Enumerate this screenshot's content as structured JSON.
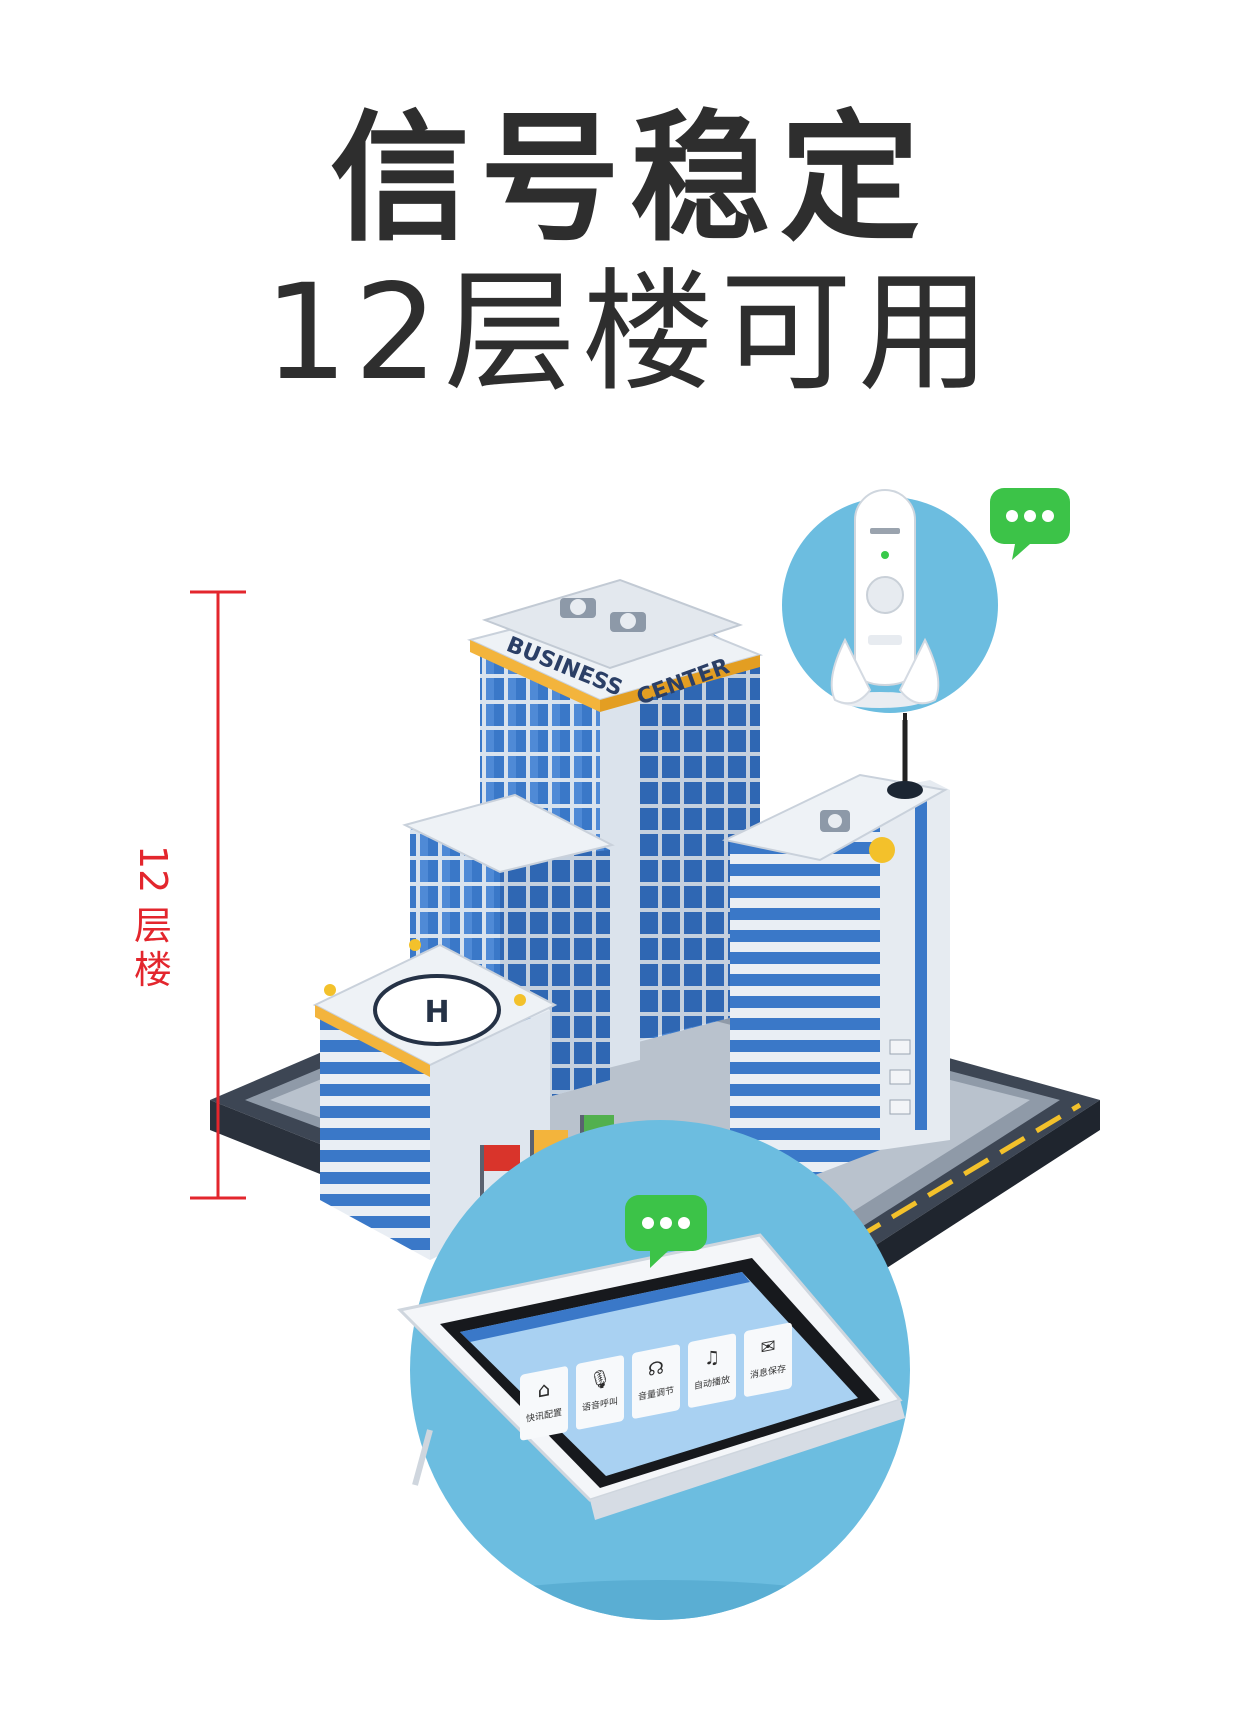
{
  "headline": {
    "line1": "信号稳定",
    "line2": "12层楼可用"
  },
  "measure": {
    "number": "12",
    "char1": "层",
    "char2": "楼"
  },
  "building": {
    "sign_left": "BUSINESS",
    "sign_right": "CENTER",
    "helipad": "H"
  },
  "tablet": {
    "tiles": [
      "快讯配置",
      "语音呼叫",
      "音量调节",
      "自动播放",
      "消息保存"
    ]
  },
  "icons": [
    "chat-bubble-icon",
    "home-icon",
    "microphone-icon",
    "headphones-icon",
    "music-note-icon",
    "message-icon"
  ],
  "colors": {
    "title": "#2e2e2e",
    "measure": "#e3262d",
    "bubble": "#3cc348",
    "circle": "#6cbde0",
    "glass": "#3a78c8",
    "ground": "#3d4654"
  }
}
